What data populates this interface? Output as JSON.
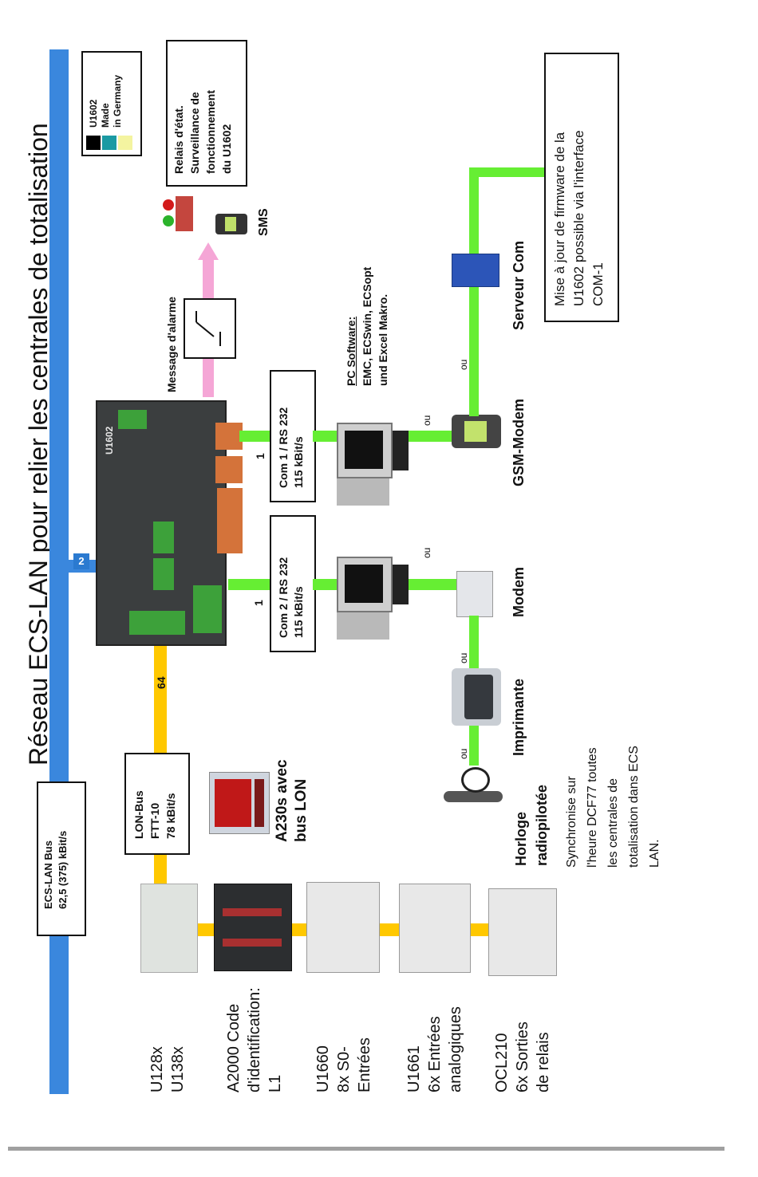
{
  "title": "Réseau ECS-LAN pour relier les centrales de totalisation",
  "ecs_lan_bus": {
    "lines": [
      "ECS-LAN Bus",
      "62,5 (375) kBit/s"
    ],
    "label_2": "2"
  },
  "lon_bus": {
    "lines": [
      "LON-Bus",
      "FTT-10",
      "78 kBit/s"
    ],
    "label_64": "64"
  },
  "a230": {
    "lines": [
      "A230s avec",
      "bus LON"
    ]
  },
  "made_in": {
    "lines": [
      "U1602",
      "Made",
      "in Germany"
    ]
  },
  "relay_box": {
    "lines": [
      "Relais d'état.",
      "Surveillance de",
      "fonctionnement",
      "du U1602"
    ]
  },
  "sms_label": "SMS",
  "alarm_label": "Message d'alarme",
  "com1": {
    "lines": [
      "Com 1 / RS 232",
      "115 kBit/s"
    ],
    "number": "1"
  },
  "com2": {
    "lines": [
      "Com 2 / RS 232",
      "115 kBit/s"
    ],
    "number": "1"
  },
  "pc_software": {
    "heading": "PC Software:",
    "lines": [
      "EMC, ECSwin, ECSopt",
      "und Excel Makro."
    ]
  },
  "ou_label": "ou",
  "gsm_label": "GSM-Modem",
  "serveur_label": "Serveur Com",
  "firmware_box": {
    "lines": [
      "Mise à jour de firmware de la",
      "U1602 possible via l'interface",
      "COM-1"
    ]
  },
  "modem_label": "Modem",
  "imprimante_label": "Imprimante",
  "horloge": {
    "lines": [
      "Horloge",
      "radiopilotée"
    ]
  },
  "horloge_desc": {
    "lines": [
      "Synchronise sur",
      "l'heure DCF77 toutes",
      "les centrales de",
      "totalisation dans ECS",
      "LAN."
    ]
  },
  "devices": [
    {
      "lines": [
        "U128x",
        "U138x"
      ]
    },
    {
      "lines": [
        "A2000 Code",
        "d'identification:",
        "L1"
      ]
    },
    {
      "lines": [
        "U1660",
        "8x  S0-",
        "Entrées"
      ]
    },
    {
      "lines": [
        "U1661",
        "6x  Entrées",
        "analogiques"
      ]
    },
    {
      "lines": [
        "OCL210",
        "6x  Sorties",
        "de relais"
      ]
    }
  ],
  "controller_model": "U1602",
  "colors": {
    "lan_blue": "#3a87dd",
    "lon_yellow": "#ffc800",
    "rs232_green": "#66ee33",
    "alarm_pink": "#f5a6d6"
  }
}
